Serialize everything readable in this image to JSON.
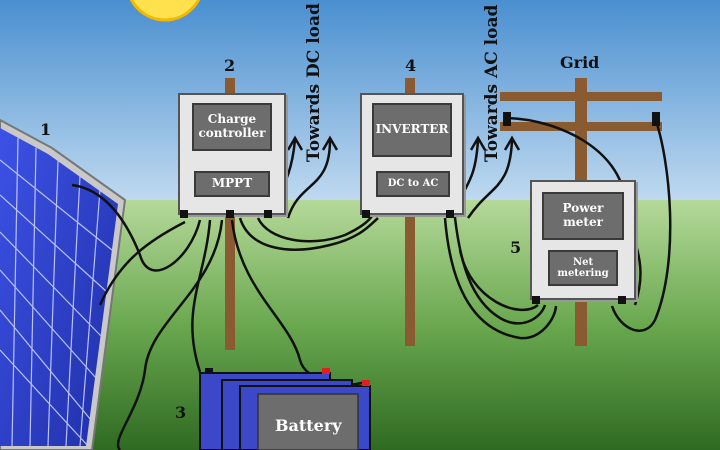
{
  "components": {
    "panel": {
      "number": "1"
    },
    "charge_controller": {
      "number": "2",
      "title": "Charge controller",
      "sub": "MPPT",
      "output_label": "Towards DC load"
    },
    "inverter": {
      "number": "4",
      "title": "INVERTER",
      "sub": "DC to AC",
      "output_label": "Towards AC load"
    },
    "battery": {
      "number": "3",
      "label": "Battery"
    },
    "power_meter": {
      "number": "5",
      "title": "Power meter",
      "sub": "Net metering"
    },
    "grid": {
      "label": "Grid"
    }
  },
  "colors": {
    "sky_top": "#4a8fd0",
    "sky_bottom": "#cfe3f4",
    "ground_top": "#a9d18e",
    "ground_bottom": "#3f7a2b",
    "sun": "#ffe14d",
    "panel_cell": "#2b3fd4",
    "pole": "#8a5a30",
    "battery": "#3b49c9"
  }
}
